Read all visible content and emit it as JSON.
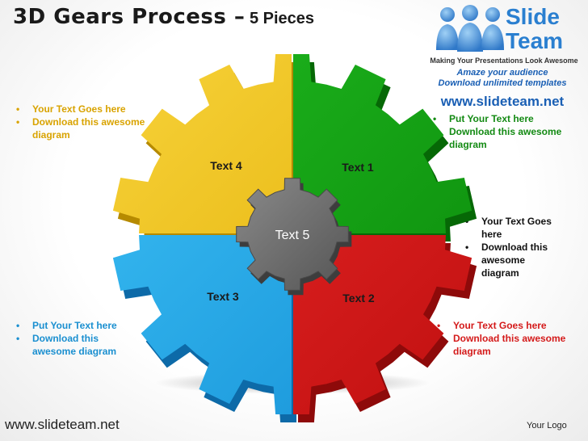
{
  "title": {
    "main": "3D Gears Process –",
    "sub": "5 Pieces"
  },
  "brand": {
    "line1": "Slide",
    "line2": "Team",
    "tagline": "Making Your Presentations Look Awesome",
    "promo1": "Amaze your audience",
    "promo2": "Download unlimited templates",
    "url": "www.slideteam.net"
  },
  "colors": {
    "yellow": "#f2c200",
    "green": "#16a316",
    "blue": "#1fa8e8",
    "red": "#e02020",
    "gray": "#6b6b6b"
  },
  "gear_labels": {
    "p1": "Text 1",
    "p2": "Text 2",
    "p3": "Text 3",
    "p4": "Text 4",
    "p5": "Text 5"
  },
  "bullets": {
    "top_left": [
      "Your Text Goes here",
      "Download this awesome diagram"
    ],
    "top_right": [
      "Put Your Text  here",
      "Download this awesome diagram"
    ],
    "mid_right": [
      "Your Text Goes here",
      "Download this awesome diagram"
    ],
    "bottom_left": [
      "Put Your Text  here",
      "Download this awesome diagram"
    ],
    "bottom_right": [
      "Your Text Goes here",
      "Download this awesome diagram"
    ]
  },
  "footer": {
    "url": "www.slideteam.net",
    "logo_text": "Your Logo"
  }
}
